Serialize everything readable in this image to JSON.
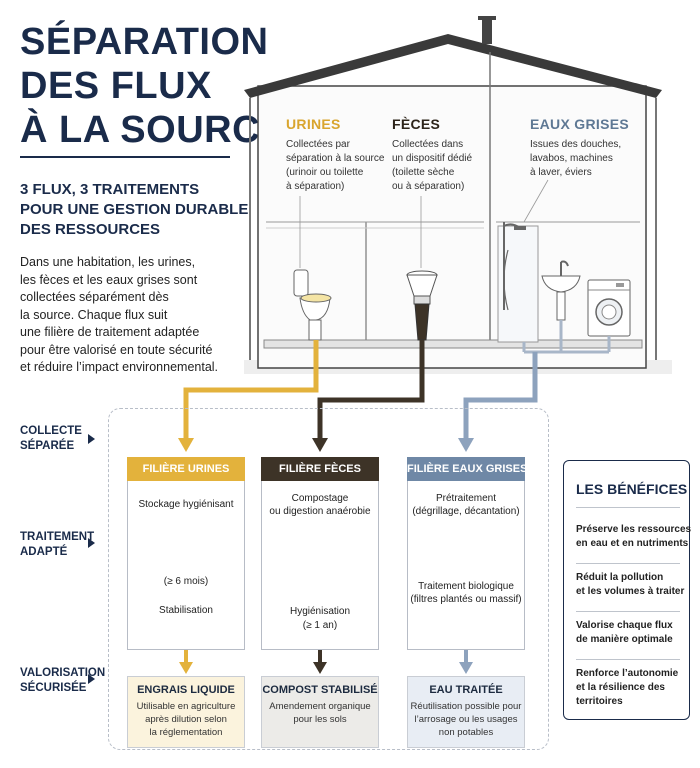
{
  "title": {
    "line1": "SÉPARATION",
    "line2": "DES FLUX",
    "line3": "À LA SOURCE"
  },
  "subtitle": {
    "line1": "3 FLUX, 3 TRAITEMENTS",
    "line2": "POUR UNE GESTION DURABLE",
    "line3": "DES RESSOURCES"
  },
  "intro": [
    "Dans une habitation, les urines,",
    "les fèces et les eaux grises sont",
    "collectées séparément dès",
    "la source. Chaque flux suit",
    "une filière de traitement adaptée",
    "pour être valorisé en toute sécurité",
    "et réduire l’impact environnemental."
  ],
  "house": {
    "urines": {
      "label": "URINES",
      "desc": [
        "Collectées par",
        "séparation à la source",
        "(urinoir ou toilette",
        "à séparation)"
      ]
    },
    "feces": {
      "label": "FÈCES",
      "desc": [
        "Collectées dans",
        "un dispositif dédié",
        "(toilette sèche",
        "ou à séparation)"
      ]
    },
    "grises": {
      "label": "EAUX GRISES",
      "desc": [
        "Issues des douches,",
        "lavabos, machines",
        "à laver, éviers"
      ]
    }
  },
  "steps": {
    "collecte": [
      "COLLECTE",
      "SÉPARÉE"
    ],
    "traitement": [
      "TRAITEMENT",
      "ADAPTÉ"
    ],
    "valorisation": [
      "VALORISATION",
      "SÉCURISÉE"
    ]
  },
  "columns": {
    "urines": {
      "header": "FILIÈRE URINES",
      "step1": [
        "Stockage hygiénisant"
      ],
      "duration": "(≥ 6 mois)",
      "step2": "Stabilisation",
      "result_title": "ENGRAIS LIQUIDE",
      "result_desc": [
        "Utilisable en agriculture",
        "après dilution selon",
        "la réglementation"
      ]
    },
    "feces": {
      "header": "FILIÈRE FÈCES",
      "step1": [
        "Compostage",
        "ou digestion anaérobie"
      ],
      "step2": "Hygiénisation",
      "duration": "(≥ 1 an)",
      "result_title": "COMPOST STABILISÉ",
      "result_desc": [
        "Amendement organique",
        "pour les sols"
      ]
    },
    "grises": {
      "header": "FILIÈRE EAUX GRISES",
      "step1": [
        "Prétraitement",
        "(dégrillage, décantation)"
      ],
      "step2": [
        "Traitement biologique",
        "(filtres plantés ou massif)"
      ],
      "result_title": "EAU TRAITÉE",
      "result_desc": [
        "Réutilisation possible pour",
        "l’arrosage ou les usages",
        "non potables"
      ]
    }
  },
  "benefits": {
    "title": "LES BÉNÉFICES",
    "items": [
      [
        "Préserve les ressources",
        "en eau et en nutriments"
      ],
      [
        "Réduit la pollution",
        "et les volumes à traiter"
      ],
      [
        "Valorise chaque flux",
        "de manière optimale"
      ],
      [
        "Renforce l’autonomie",
        "et la résilience des",
        "territoires"
      ]
    ]
  },
  "colors": {
    "navy": "#1a2b4a",
    "urine": "#e3b23c",
    "feces": "#3d3327",
    "grey_water": "#6f88a6",
    "urine_result_bg": "#fbf3dd",
    "feces_result_bg": "#ecebe8",
    "grey_result_bg": "#e8edf4"
  },
  "icons": [
    "toilet-icon",
    "dry-toilet-icon",
    "shower-icon",
    "sink-icon",
    "washing-machine-icon",
    "storage-tank-icon",
    "compost-bin-icon",
    "settling-tank-icon",
    "planted-filter-icon"
  ]
}
